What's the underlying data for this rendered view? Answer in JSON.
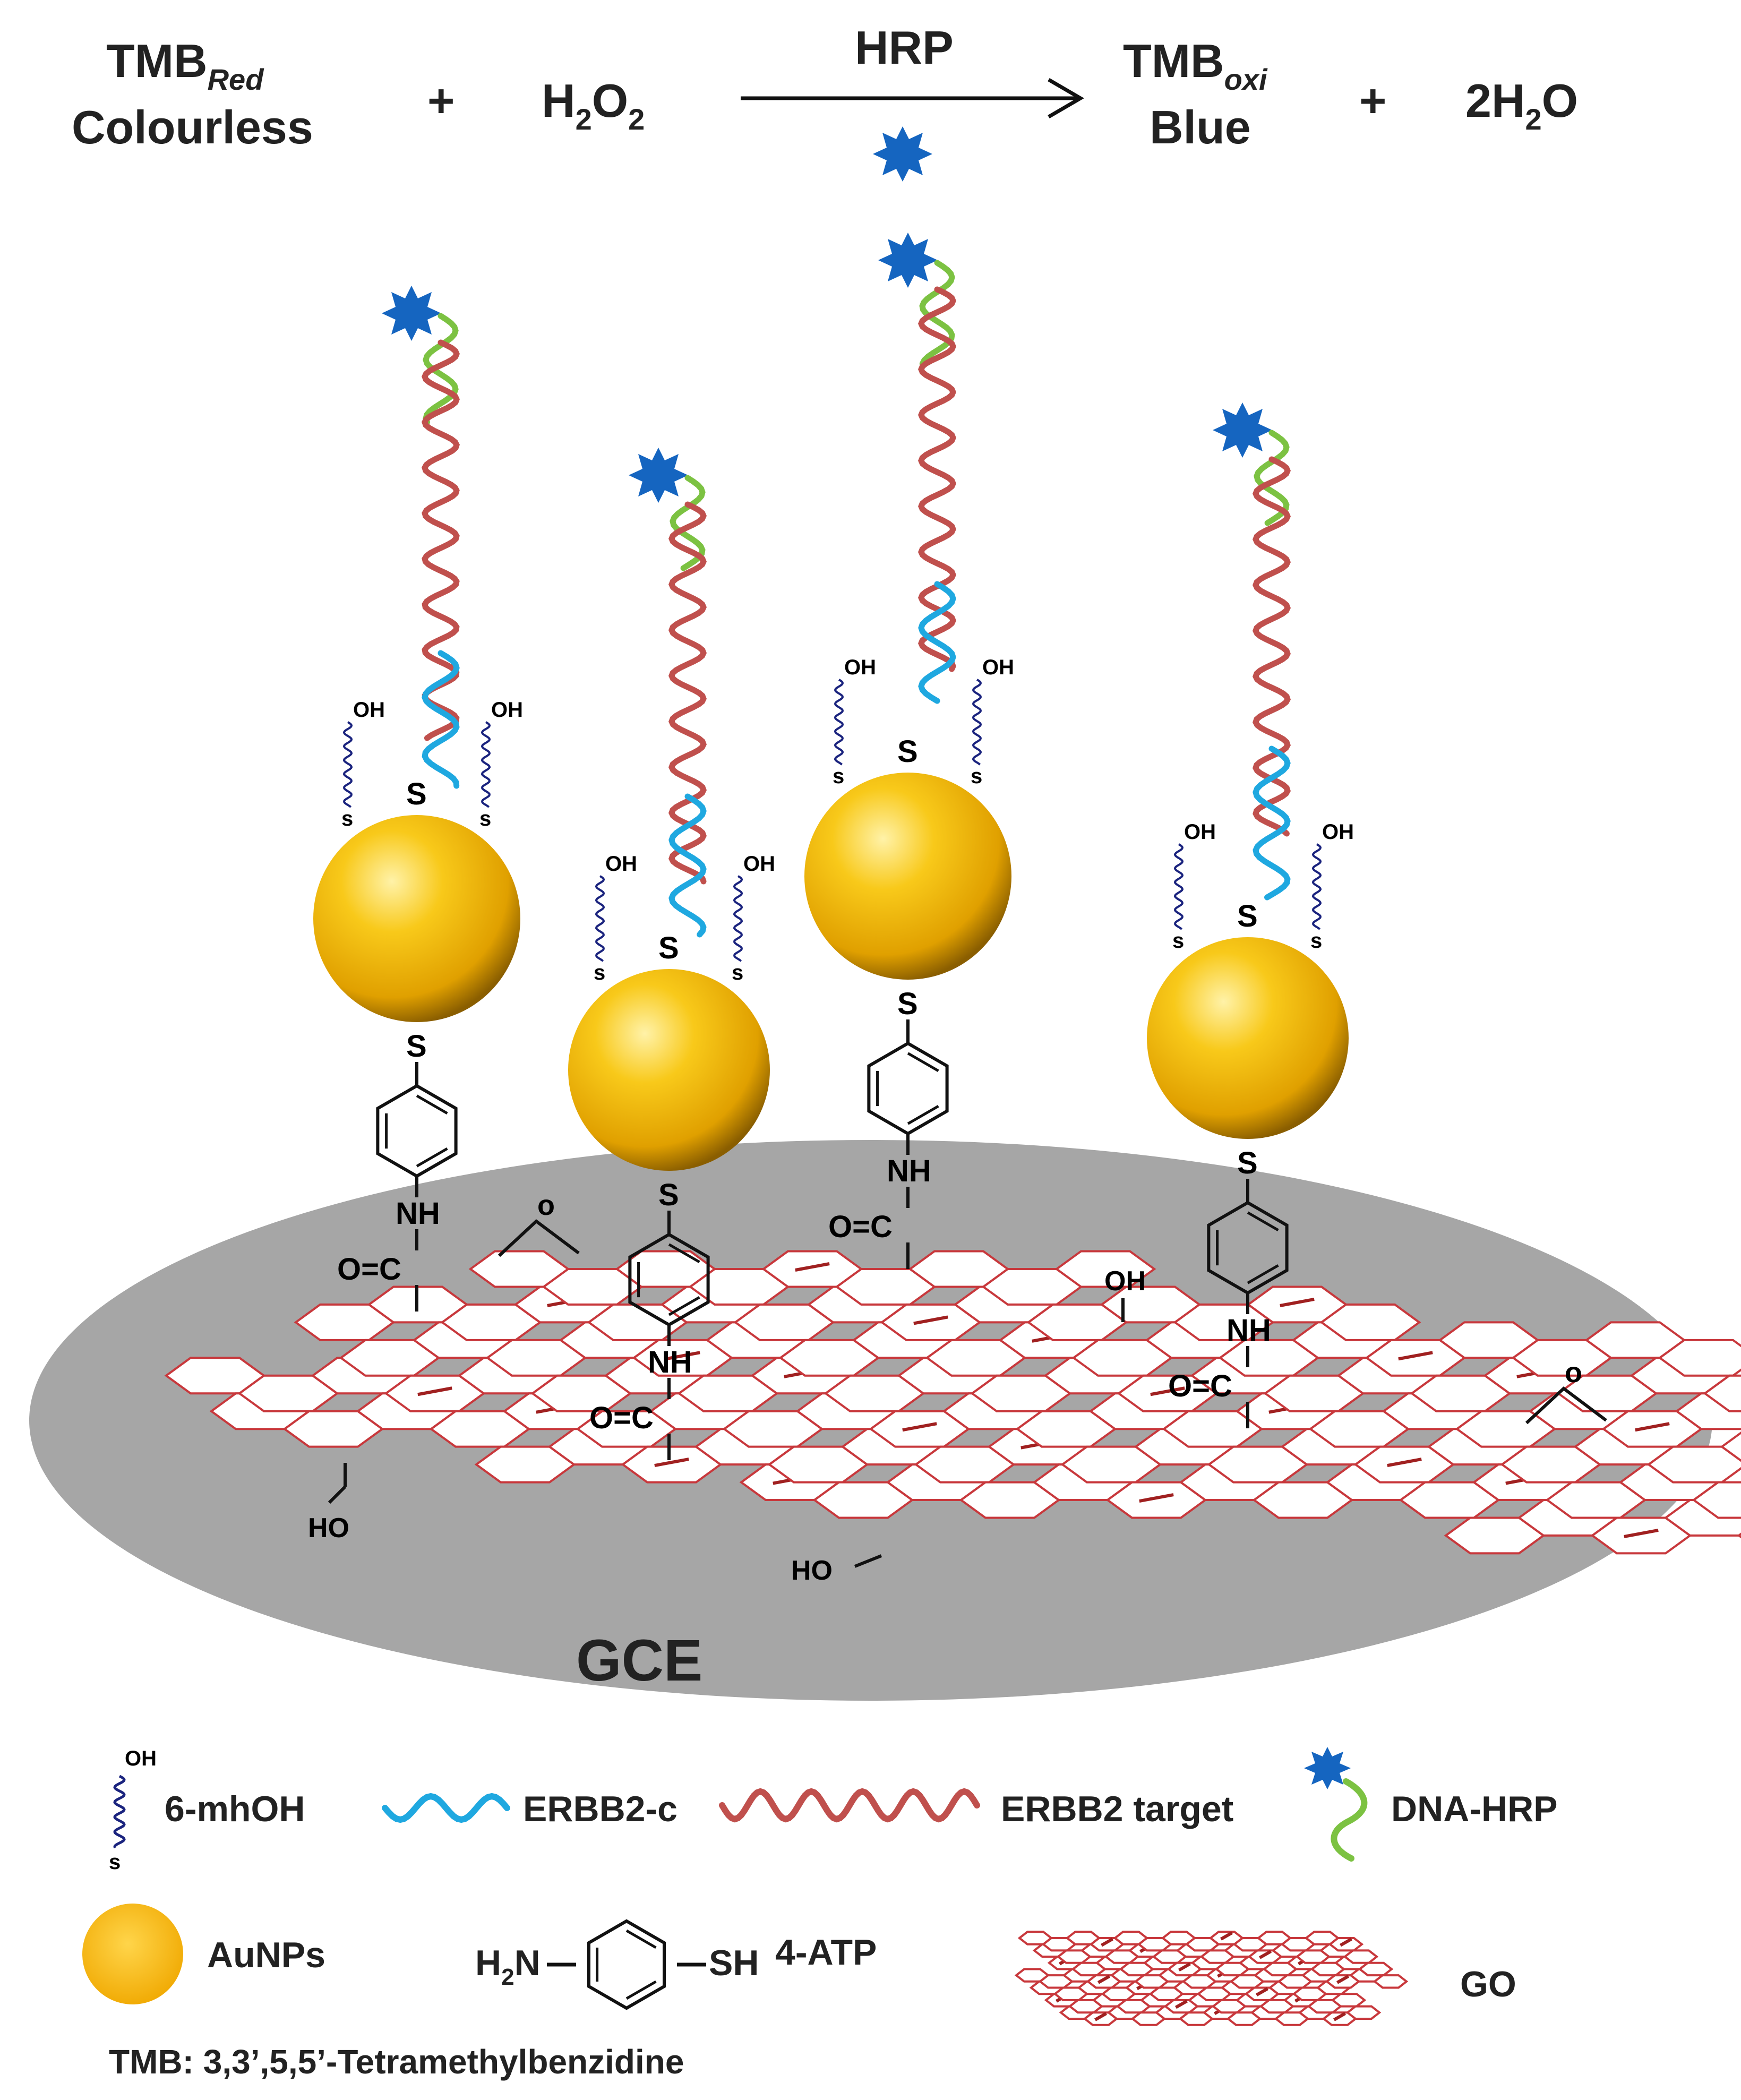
{
  "reaction": {
    "reactant1_main": "TMB",
    "reactant1_sub": "Red",
    "reactant1_desc": "Colourless",
    "plus": "+",
    "reactant2_a": "H",
    "reactant2_sub1": "2",
    "reactant2_b": "O",
    "reactant2_sub2": "2",
    "enzyme": "HRP",
    "product1_main": "TMB",
    "product1_sub": "oxi",
    "product1_desc": "Blue",
    "product2_a": "2H",
    "product2_sub": "2",
    "product2_b": "O"
  },
  "electrode_label": "GCE",
  "chem_labels": {
    "s": "S",
    "s_small": "s",
    "oh": "OH",
    "ho": "HO",
    "nh": "NH",
    "o_eq_c": "O=C",
    "epoxide_o": "o"
  },
  "legend": {
    "mhoh": "6-mhOH",
    "erbb2c": "ERBB2-c",
    "erbb2_target": "ERBB2 target",
    "dna_hrp": "DNA-HRP",
    "aunps": "AuNPs",
    "atp_h": "H",
    "atp_sub": "2",
    "atp_n": "N",
    "atp_sh": "SH",
    "atp_name": "4-ATP",
    "go": "GO"
  },
  "footnote": "TMB: 3,3’,5,5’-Tetramethylbenzidine",
  "colors": {
    "gold_light": "#ffe680",
    "gold": "#f5b400",
    "gold_dark": "#b07a00",
    "target_strand": "#c0504d",
    "capture_strand": "#1fa8e0",
    "reporter_strand": "#7cc242",
    "hrp": "#1565c0",
    "mhoh_chain": "#1a237e",
    "graphene": "#c8383c",
    "electrode": "#a6a6a6"
  },
  "icons": [
    "hrp-enzyme-icon",
    "gold-nanoparticle-icon",
    "benzene-ring-icon",
    "graphene-sheet-icon"
  ]
}
